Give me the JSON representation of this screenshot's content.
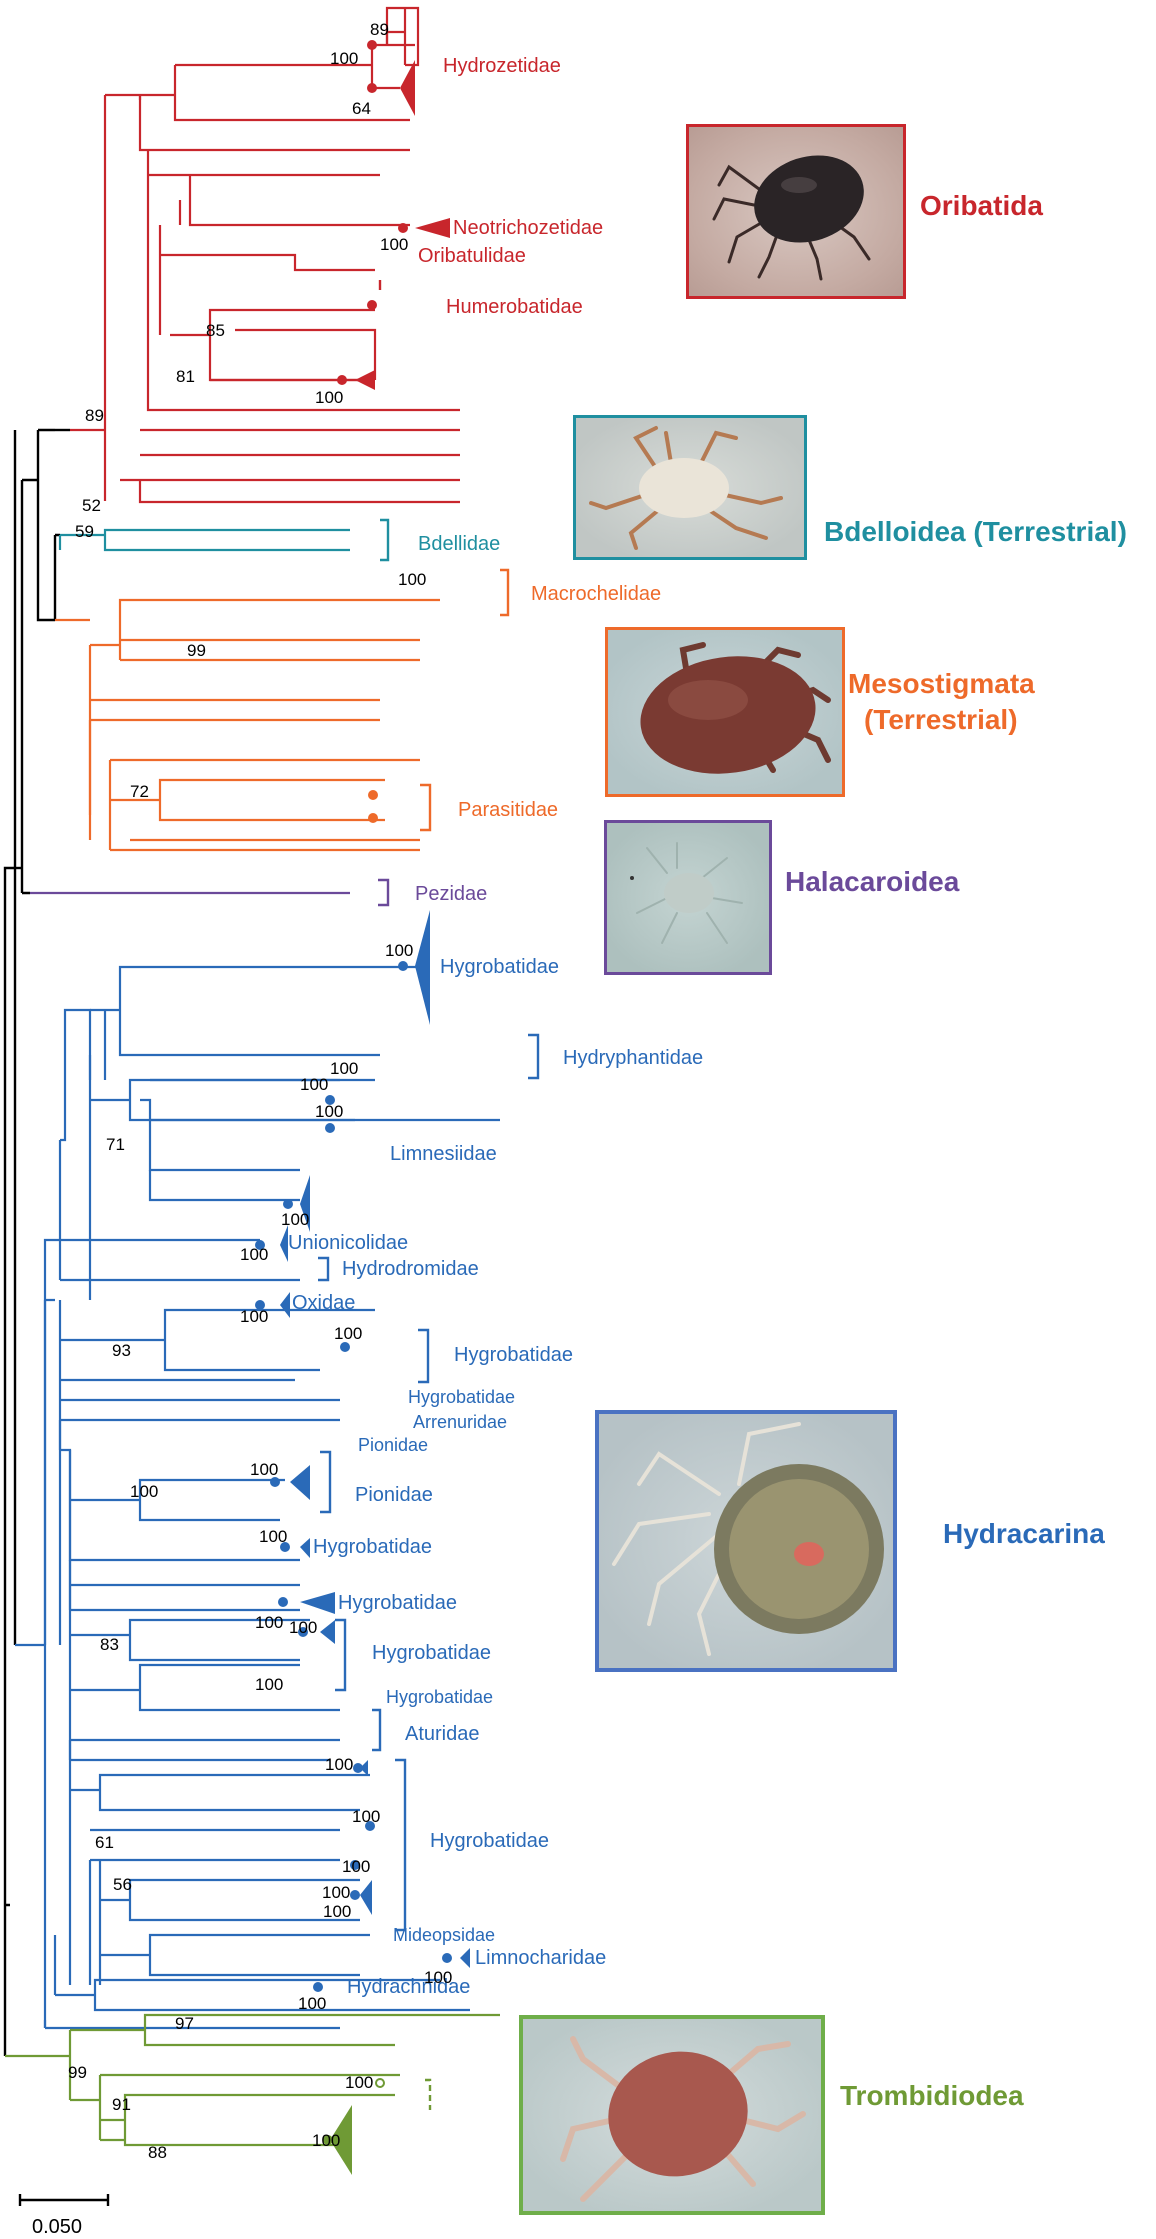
{
  "colors": {
    "oribatida": "#c8262c",
    "bdelloidea": "#1f8fa0",
    "mesostigmata": "#ee6a2a",
    "halacaroidea": "#6b4a9a",
    "hydracarina": "#2a6ab8",
    "trombidiodea": "#6f9a35",
    "root": "#000000"
  },
  "groups": {
    "oribatida": "Oribatida",
    "bdelloidea": "Bdelloidea (Terrestrial)",
    "mesostigmata_1": "Mesostigmata",
    "mesostigmata_2": "(Terrestrial)",
    "halacaroidea": "Halacaroidea",
    "hydracarina": "Hydracarina",
    "trombidiodea": "Trombidiodea"
  },
  "taxa": {
    "hydrozetidae": "Hydrozetidae",
    "neotrichozetidae": "Neotrichozetidae",
    "oribatulidae": "Oribatulidae",
    "humerobatidae": "Humerobatidae",
    "bdellidae": "Bdellidae",
    "macrochelidae": "Macrochelidae",
    "parasitidae": "Parasitidae",
    "pezidae": "Pezidae",
    "hygrobatidae_1": "Hygrobatidae",
    "hydryphantidae": "Hydryphantidae",
    "limnesiidae": "Limnesiidae",
    "unionicolidae": "Unionicolidae",
    "hydrodromidae": "Hydrodromidae",
    "oxidae": "Oxidae",
    "hygrobatidae_2": "Hygrobatidae",
    "hygrobatidae_3": "Hygrobatidae",
    "arrenuridae": "Arrenuridae",
    "pionidae_small": "Pionidae",
    "pionidae": "Pionidae",
    "hygrobatidae_4": "Hygrobatidae",
    "hygrobatidae_5": "Hygrobatidae",
    "hygrobatidae_6": "Hygrobatidae",
    "hygrobatidae_7": "Hygrobatidae",
    "aturidae": "Aturidae",
    "hygrobatidae_8": "Hygrobatidae",
    "mideopsidae": "Mideopsidae",
    "limnocharidae": "Limnocharidae",
    "hydrachnidae": "Hydrachnidae"
  },
  "support_values": {
    "b89a": "89",
    "b100a": "100",
    "b64": "64",
    "b100b": "100",
    "b85": "85",
    "b81": "81",
    "b100c": "100",
    "b89b": "89",
    "b52": "52",
    "b59": "59",
    "b100d": "100",
    "b99a": "99",
    "b72": "72",
    "b100e": "100",
    "b100f": "100",
    "b100g": "100",
    "b100h": "100",
    "b71": "71",
    "b100i": "100",
    "b100j": "100",
    "b100k": "100",
    "b93": "93",
    "b100l": "100",
    "b100m": "100",
    "b100n": "100",
    "b100o": "100",
    "b100p": "100",
    "b100q": "100",
    "b100r": "100",
    "b83": "83",
    "b100s": "100",
    "b100t": "100",
    "b61": "61",
    "b100u": "100",
    "b100v": "100",
    "b56": "56",
    "b100w": "100",
    "b100x": "100",
    "b100y": "100",
    "b97": "97",
    "b100z": "100",
    "b99b": "99",
    "b91": "91",
    "b88": "88",
    "b100aa": "100"
  },
  "scale_bar": {
    "label": "0.050"
  }
}
